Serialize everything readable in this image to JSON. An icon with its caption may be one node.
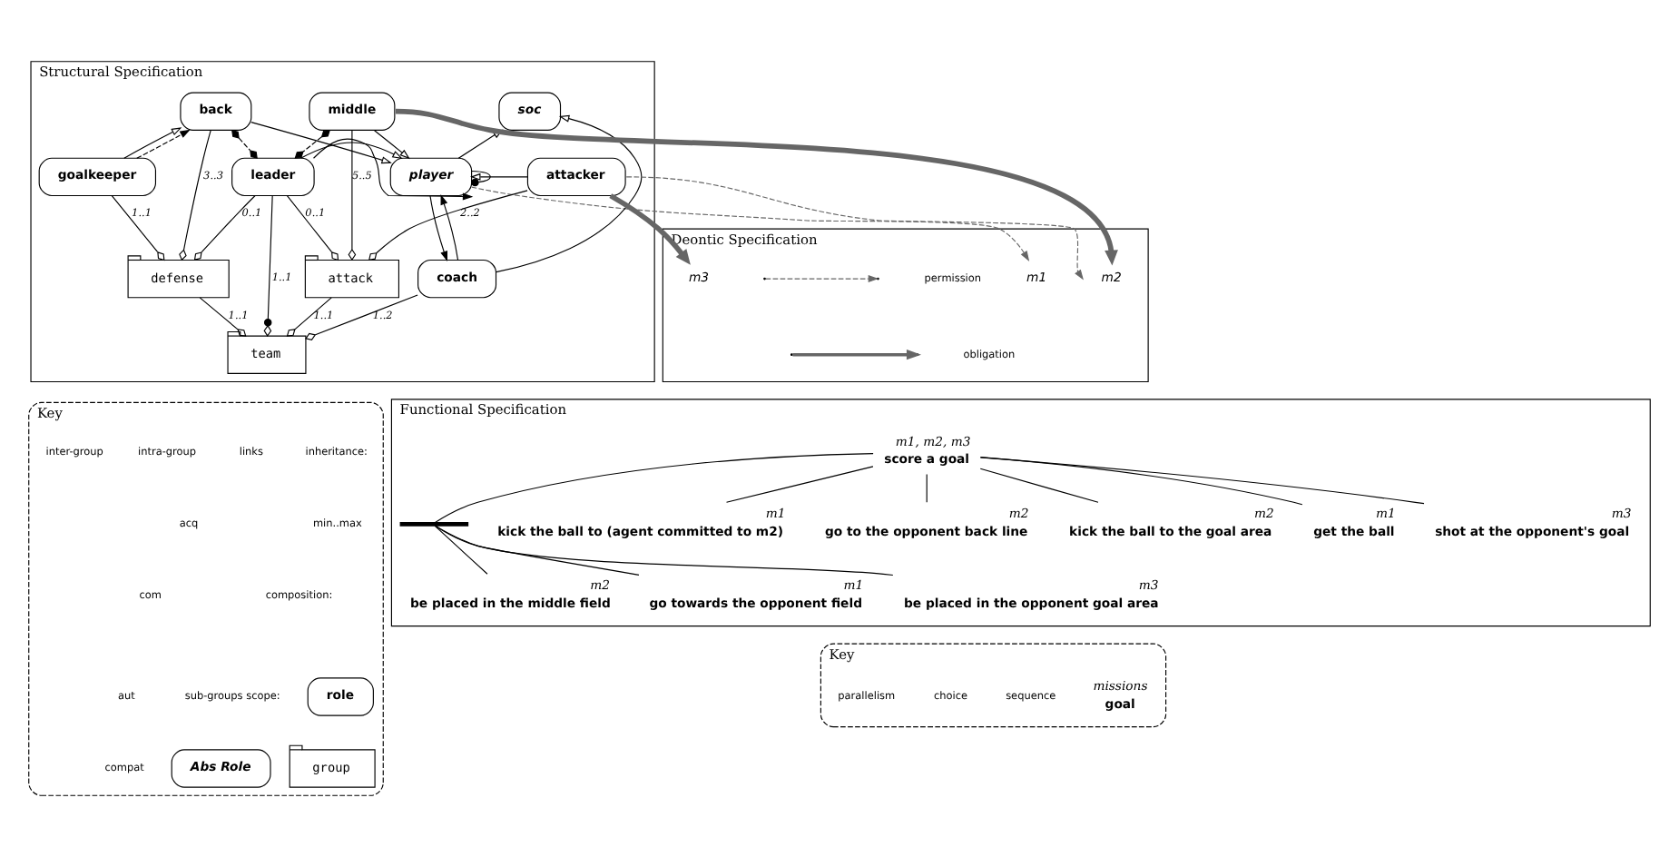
{
  "diagram": {
    "nodes": [
      {
        "text": [
          "Structural Specification"
        ]
      },
      {
        "text": [
          "soc"
        ],
        "in": 0
      },
      {
        "text": [
          "player"
        ],
        "in": 0
      },
      {
        "text": [
          "coach"
        ],
        "in": 0
      },
      {
        "text": [
          "back"
        ],
        "in": 0
      },
      {
        "text": [
          "middle"
        ],
        "in": 0
      },
      {
        "text": [
          "attacker"
        ],
        "in": 0
      },
      {
        "text": [
          "goalkeeper"
        ],
        "in": 0
      },
      {
        "text": [
          "leader"
        ],
        "in": 0
      },
      {
        "text": [
          "attack"
        ],
        "in": 0
      },
      {
        "text": [
          "defense"
        ],
        "in": 0
      },
      {
        "text": [
          "team"
        ],
        "in": 0
      },
      {
        "text": [
          "Deontic Specification"
        ]
      },
      {
        "text": [
          "m1"
        ],
        "in": 12
      },
      {
        "text": [
          "m2"
        ],
        "in": 12
      },
      {
        "text": [
          "m3"
        ],
        "in": 12
      },
      {
        "text": [
          "Functional Specification"
        ]
      },
      {
        "text": [
          "score a goal"
        ],
        "beside": [
          "m1, m2, m3"
        ],
        "in": 16
      },
      {
        "text": [
          "get the ball"
        ],
        "beside": [
          "m1"
        ],
        "in": 16
      },
      {
        "text": [],
        "shape": "bar",
        "in": 16
      },
      {
        "text": [
          "go towards the opponent field"
        ],
        "beside": [
          "m1"
        ],
        "in": 16
      },
      {
        "text": [
          "be placed in the middle field"
        ],
        "beside": [
          "m2"
        ],
        "in": 16
      },
      {
        "text": [
          "be placed in the opponent goal area"
        ],
        "beside": [
          "m3"
        ],
        "in": 16
      },
      {
        "text": [
          "kick the ball to (agent committed to m2)"
        ],
        "beside": [
          "m1"
        ],
        "in": 16
      },
      {
        "text": [
          "go to the opponent back line"
        ],
        "beside": [
          "m2"
        ],
        "in": 16
      },
      {
        "text": [
          "kick the ball to the goal area"
        ],
        "beside": [
          "m2"
        ],
        "in": 16
      },
      {
        "text": [
          "shot at the opponent's goal"
        ],
        "beside": [
          "m3"
        ],
        "in": 16
      },
      {
        "text": [
          "Key"
        ]
      },
      {
        "text": [
          "role"
        ],
        "in": 27
      },
      {
        "text": [
          "group"
        ],
        "in": 27
      },
      {
        "text": [
          "Abs Role"
        ],
        "in": 27
      },
      {
        "text": [
          "Key"
        ]
      },
      {
        "text": [
          "goal"
        ],
        "beside": [
          "missions"
        ],
        "in": 31
      }
    ],
    "edges": [
      {
        "from": 2,
        "to": 1,
        "arrow": "to"
      },
      {
        "from": 3,
        "to": 1,
        "arrow": "to"
      },
      {
        "from": 2,
        "to": 2,
        "arrow": "other"
      },
      {
        "from": 3,
        "to": 2,
        "arrow": "to"
      },
      {
        "from": 2,
        "to": 3,
        "arrow": "to"
      },
      {
        "from": 4,
        "to": 2,
        "arrow": "to"
      },
      {
        "from": 8,
        "to": 2,
        "arrow": "to"
      },
      {
        "from": 5,
        "to": 2,
        "arrow": "to"
      },
      {
        "from": 6,
        "to": 2,
        "arrow": "to"
      },
      {
        "from": 8,
        "to": 2,
        "arrow": "to"
      },
      {
        "from": 7,
        "to": 4,
        "arrow": "to"
      },
      {
        "from": 7,
        "to": 4,
        "arrow": "to",
        "style": "dashed"
      },
      {
        "from": 4,
        "to": 8,
        "arrow": "other",
        "style": "dashed"
      },
      {
        "from": 5,
        "to": 8,
        "arrow": "other",
        "style": "dashed"
      },
      {
        "from": 7,
        "to": 10,
        "arrow": "other",
        "label": "1..1"
      },
      {
        "from": 4,
        "to": 10,
        "arrow": "other",
        "label": "3..3"
      },
      {
        "from": 8,
        "to": 10,
        "arrow": "other",
        "label": "0..1"
      },
      {
        "from": 8,
        "to": 9,
        "arrow": "other",
        "label": "0..1"
      },
      {
        "from": 5,
        "to": 9,
        "arrow": "other",
        "label": "5..5"
      },
      {
        "from": 6,
        "to": 9,
        "arrow": "other",
        "label": "2..2"
      },
      {
        "from": 8,
        "to": 11,
        "arrow": "other",
        "label": "1..1"
      },
      {
        "from": 3,
        "to": 11,
        "arrow": "other",
        "label": "1..2"
      },
      {
        "from": 9,
        "to": 11,
        "arrow": "other",
        "label": "1..1"
      },
      {
        "from": 10,
        "to": 11,
        "arrow": "other",
        "label": "1..1"
      },
      {
        "from": 2,
        "to": 13,
        "arrow": "to",
        "style": "dashed",
        "color": "#666666"
      },
      {
        "from": 5,
        "to": 14,
        "arrow": "to",
        "style": "thick",
        "color": "#666666"
      },
      {
        "from": 6,
        "to": 14,
        "arrow": "to",
        "style": "dashed",
        "color": "#666666"
      },
      {
        "from": 6,
        "to": 15,
        "arrow": "to",
        "style": "thick",
        "color": "#666666"
      },
      {
        "from": 17,
        "to": 18,
        "arrow": "none"
      },
      {
        "from": 17,
        "to": 19,
        "arrow": "none"
      },
      {
        "from": 17,
        "to": 23,
        "arrow": "none"
      },
      {
        "from": 17,
        "to": 24,
        "arrow": "none"
      },
      {
        "from": 17,
        "to": 25,
        "arrow": "none"
      },
      {
        "from": 17,
        "to": 26,
        "arrow": "none"
      },
      {
        "from": 19,
        "to": 20,
        "arrow": "none"
      },
      {
        "from": 19,
        "to": 21,
        "arrow": "none"
      },
      {
        "from": 19,
        "to": 22,
        "arrow": "none"
      }
    ],
    "labels": [
      "inheritance:",
      "min..max",
      "composition:",
      "sub-groups scope:",
      "links",
      "intra-group",
      "inter-group",
      "acq",
      "com",
      "aut",
      "compat",
      "sequence",
      "choice",
      "parallelism"
    ],
    "legend": [
      {
        "text": "permission"
      },
      {
        "text": "obligation"
      }
    ]
  }
}
